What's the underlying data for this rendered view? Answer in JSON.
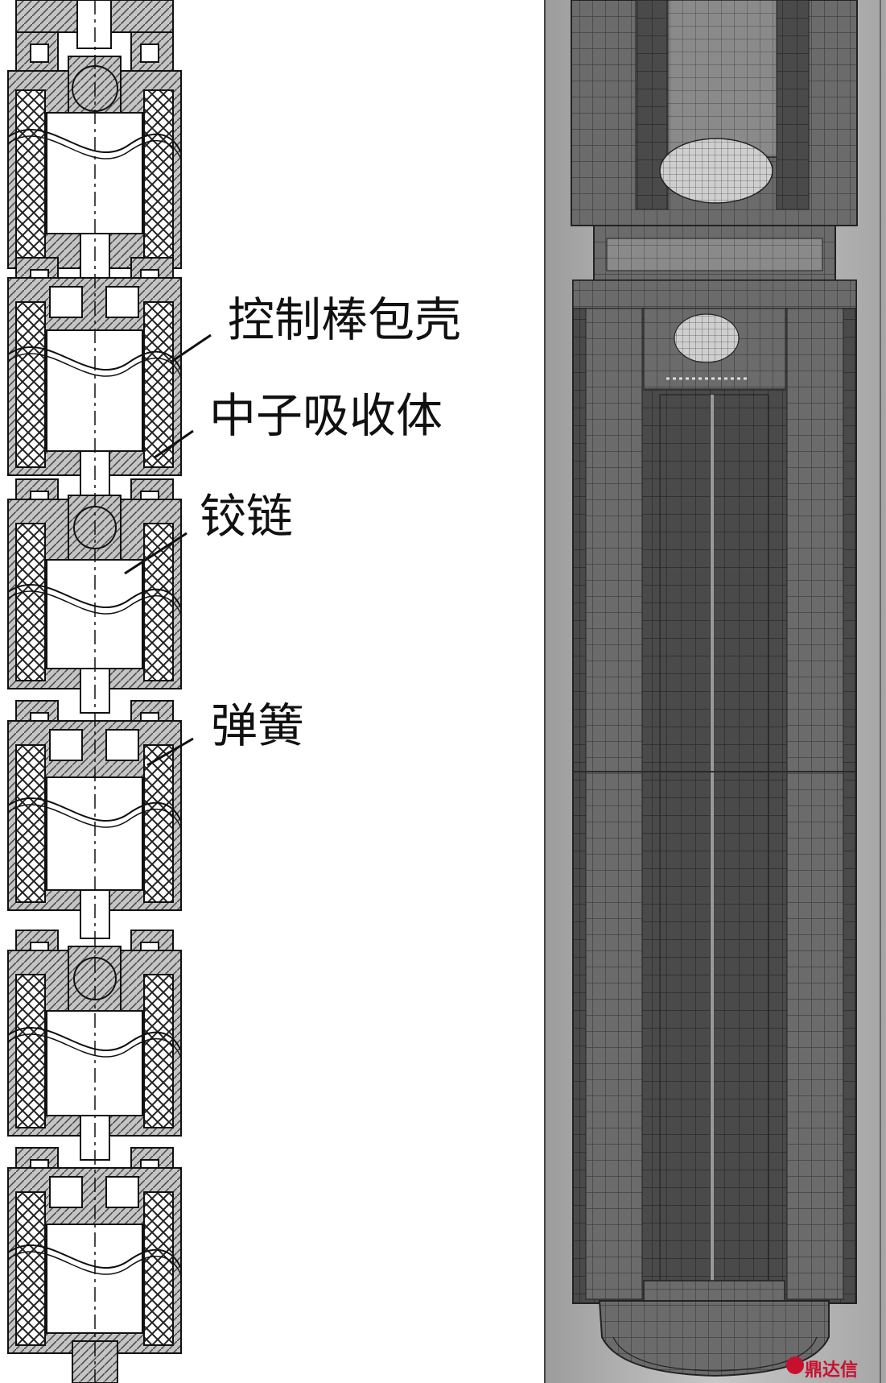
{
  "labels": {
    "cladding": "控制棒包壳",
    "absorber": "中子吸收体",
    "hinge": "铰链",
    "spring": "弹簧"
  },
  "watermark": "鼎达信",
  "colors": {
    "metal": "#a8a8a8",
    "mesh_dark": "#4a4a4a",
    "mesh_mid": "#6b6b6b",
    "background": "#ffffff",
    "line": "#111111",
    "watermark": "#c8102e"
  }
}
